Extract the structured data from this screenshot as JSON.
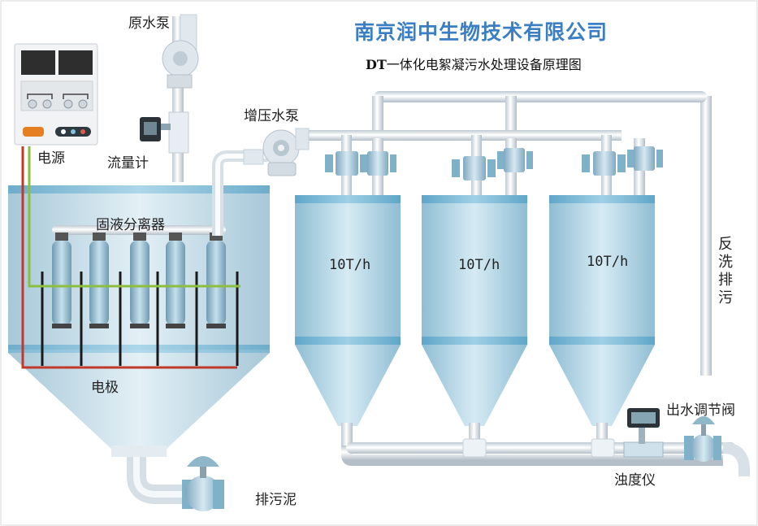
{
  "header": {
    "company": "南京润中生物技术有限公司",
    "title_prefix": "DT",
    "title_rest": "一体化电絮凝污水处理设备原理图"
  },
  "labels": {
    "raw_pump": "原水泵",
    "power": "电源",
    "flowmeter": "流量计",
    "booster_pump": "增压水泵",
    "separator": "固液分离器",
    "electrode": "电极",
    "backwash": "反洗排污",
    "outlet_valve": "出水调节阀",
    "turbidimeter": "浊度仪",
    "sludge": "排污泥"
  },
  "tanks": [
    {
      "rate": "10T/h"
    },
    {
      "rate": "10T/h"
    },
    {
      "rate": "10T/h"
    }
  ],
  "colors": {
    "company": "#3a7fc4",
    "pipe": "#e6ecf1",
    "tank_body": "#a9cfe0",
    "tank_band": "#7fbcd8",
    "wire_red": "#c0392b",
    "wire_green": "#8cbf3f"
  }
}
